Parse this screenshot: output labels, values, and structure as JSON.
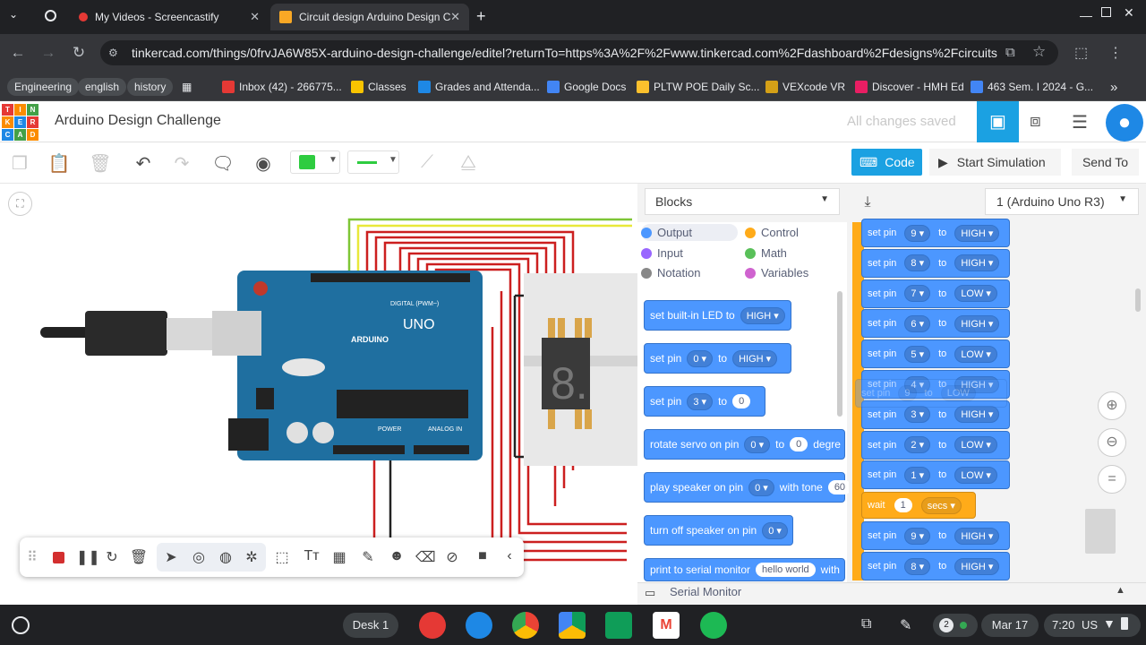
{
  "browser": {
    "tabs": [
      {
        "title": "My Videos - Screencastify"
      },
      {
        "title": "Circuit design Arduino Design C"
      }
    ],
    "url": "tinkercad.com/things/0frvJA6W85X-arduino-design-challenge/editel?returnTo=https%3A%2F%2Fwww.tinkercad.com%2Fdashboard%2Fdesigns%2Fcircuits",
    "bookmarks": [
      "Engineering",
      "english",
      "history",
      "Inbox (42) - 266775...",
      "Classes",
      "Grades and Attenda...",
      "Google Docs",
      "PLTW POE Daily Sc...",
      "VEXcode VR",
      "Discover - HMH Ed",
      "463 Sem. I 2024 - G..."
    ]
  },
  "app": {
    "logo": [
      "T",
      "I",
      "N",
      "K",
      "E",
      "R",
      "C",
      "A",
      "D"
    ],
    "title": "Arduino Design Challenge",
    "save_status": "All changes saved"
  },
  "toolbar": {
    "code_label": "Code",
    "sim_label": "Start Simulation",
    "send_label": "Send To"
  },
  "board": {
    "brand": "ARDUINO",
    "model": "UNO",
    "digital": "DIGITAL (PWM~)",
    "power": "POWER",
    "analog": "ANALOG IN"
  },
  "display": {
    "digit": "8."
  },
  "panel": {
    "mode": "Blocks",
    "device": "1 (Arduino Uno R3)",
    "categories": [
      "Output",
      "Control",
      "Input",
      "Math",
      "Notation",
      "Variables"
    ],
    "palette": [
      {
        "pre": "set built-in LED to",
        "v1": "HIGH"
      },
      {
        "pre": "set pin",
        "v1": "0",
        "mid": "to",
        "v2": "HIGH"
      },
      {
        "pre": "set pin",
        "v1": "3",
        "mid": "to",
        "v2": "0"
      },
      {
        "pre": "rotate servo on pin",
        "v1": "0",
        "mid": "to",
        "v2": "0",
        "post": "degre"
      },
      {
        "pre": "play speaker on pin",
        "v1": "0",
        "mid": "with tone",
        "v2": "60"
      },
      {
        "pre": "turn off speaker on pin",
        "v1": "0"
      },
      {
        "pre": "print to serial monitor",
        "v1": "hello world",
        "post": "with"
      }
    ],
    "script": [
      {
        "pin": "9",
        "val": "HIGH"
      },
      {
        "pin": "8",
        "val": "HIGH"
      },
      {
        "pin": "7",
        "val": "LOW"
      },
      {
        "pin": "6",
        "val": "HIGH"
      },
      {
        "pin": "5",
        "val": "LOW"
      },
      {
        "pin": "4",
        "val": "HIGH"
      },
      {
        "pin": "3",
        "val": "HIGH"
      },
      {
        "pin": "2",
        "val": "LOW"
      },
      {
        "pin": "1",
        "val": "LOW"
      }
    ],
    "dragging": {
      "pin": "9",
      "val": "LOW"
    },
    "wait": {
      "label": "wait",
      "value": "1",
      "unit": "secs"
    },
    "script2": [
      {
        "pin": "9",
        "val": "HIGH"
      },
      {
        "pin": "8",
        "val": "HIGH"
      }
    ],
    "set_pin": "set pin",
    "to": "to",
    "serial_monitor": "Serial Monitor"
  },
  "taskbar": {
    "desk": "Desk 1",
    "date": "Mar 17",
    "time": "7:20",
    "region": "US",
    "notif": "2"
  }
}
